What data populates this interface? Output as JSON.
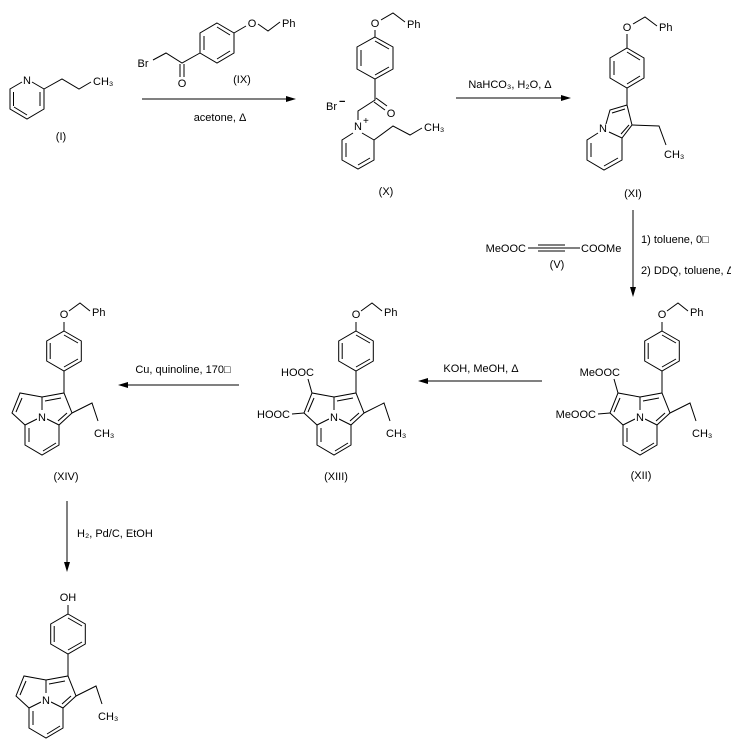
{
  "atoms": {
    "N": "N",
    "plus": "+",
    "O": "O",
    "Ph": "Ph",
    "CH3": "CH₃",
    "Br": "Br",
    "minus": "−",
    "OH": "OH",
    "MeOOC": "MeOOC",
    "COOMe": "COOMe",
    "HOOC": "HOOC"
  },
  "labels": {
    "I": "(I)",
    "IX": "(IX)",
    "X": "(X)",
    "XI": "(XI)",
    "V": "(V)",
    "XII": "(XII)",
    "XIII": "(XIII)",
    "XIV": "(XIV)"
  },
  "reagents": {
    "step1": "acetone, Δ",
    "step2": "NaHCO₃, H₂O, Δ",
    "step3a": "1) toluene, 0□",
    "step3b": "2) DDQ, toluene, Δ",
    "step4": "KOH, MeOH, Δ",
    "step5": "Cu, quinoline, 170□",
    "step6": "H₂, Pd/C, EtOH"
  },
  "colors": {
    "ink": "#000000",
    "background": "#ffffff"
  }
}
